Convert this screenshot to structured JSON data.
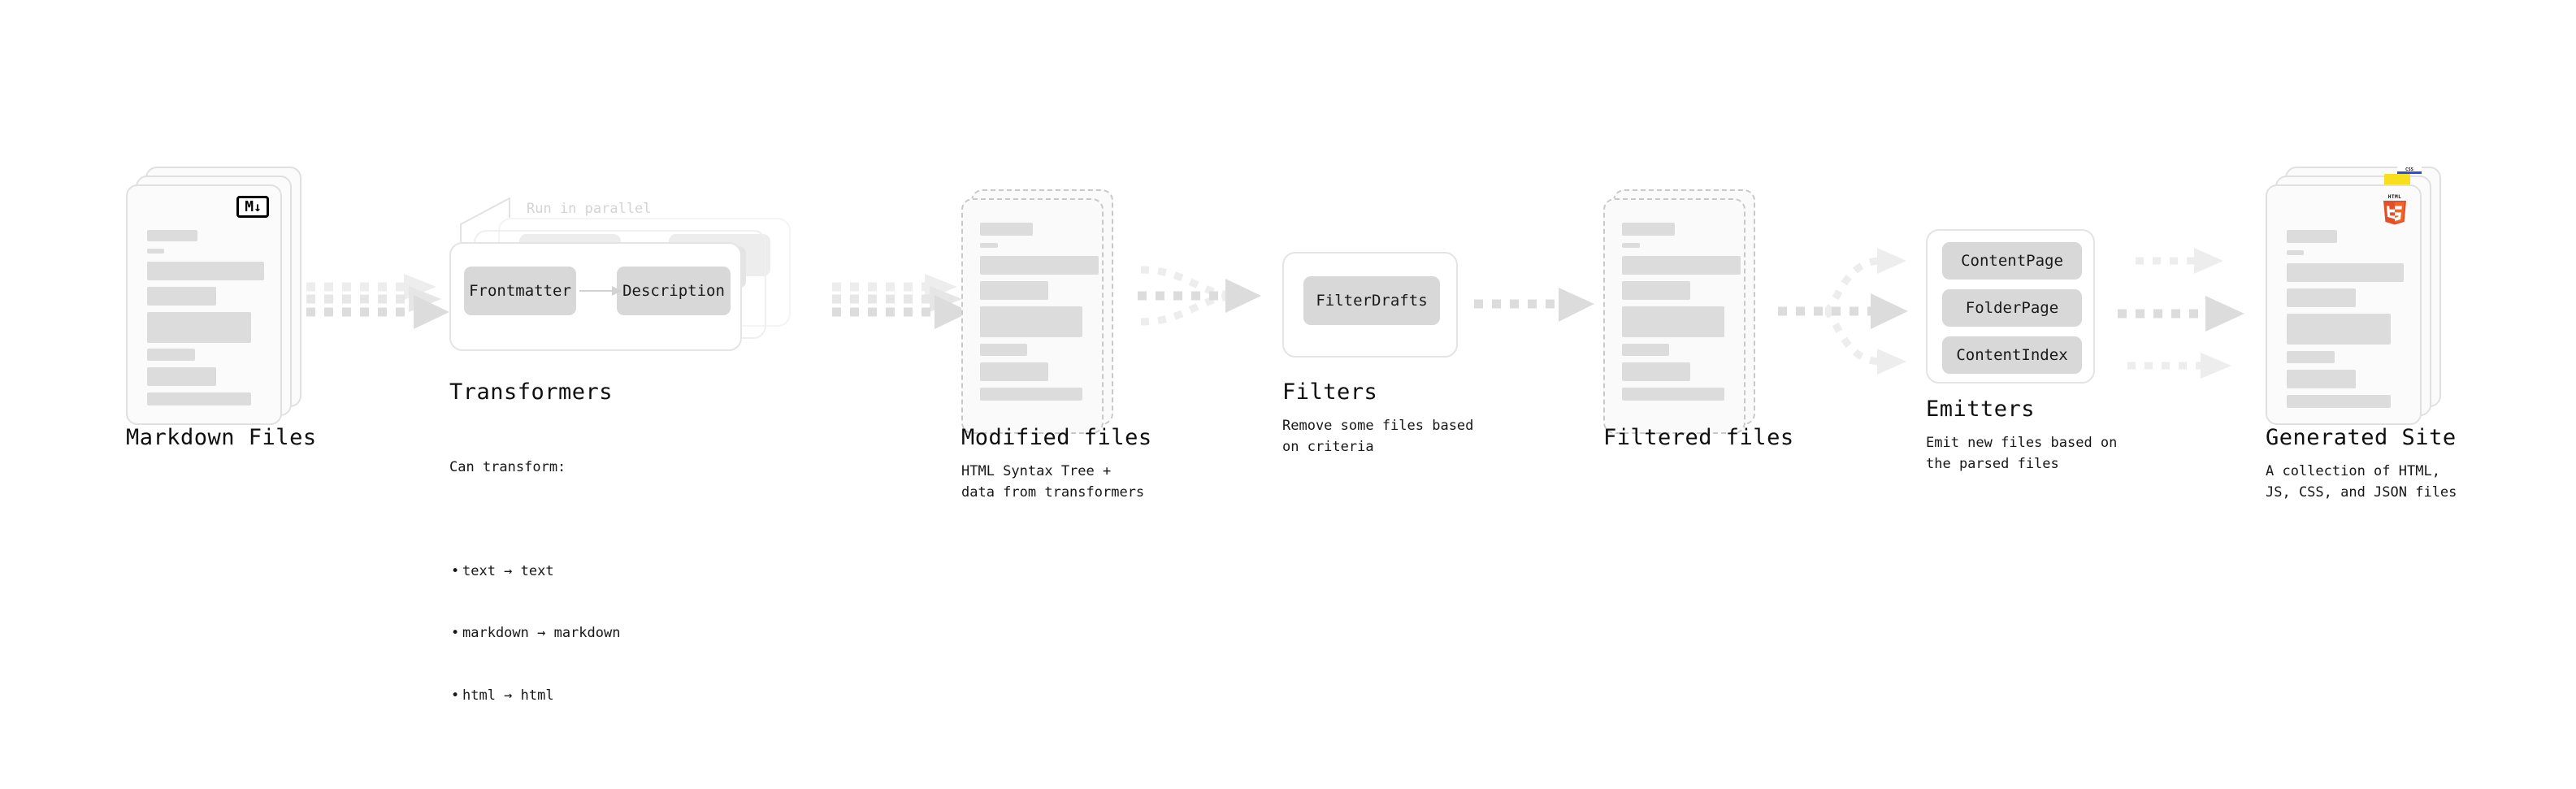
{
  "diagram": {
    "type": "pipeline-flow",
    "background": "#ffffff",
    "accent_gray": "#d8d8d8",
    "arrow_color": "#dcdcdc",
    "text_color": "#141414"
  },
  "stages": [
    {
      "id": "markdown-files",
      "title": "Markdown Files",
      "subtitle": "",
      "icon": "markdown-badge",
      "badge_text_main": "M",
      "badge_text_arrow": "↓",
      "card_count": 3,
      "card_style": "solid"
    },
    {
      "id": "transformers",
      "title": "Transformers",
      "subtitle_heading": "Can transform:",
      "subtitle_items": [
        "text → text",
        "markdown → markdown",
        "html → html"
      ],
      "annotation": "Run in parallel",
      "card_count": 3,
      "pills": [
        "Frontmatter",
        "Description"
      ]
    },
    {
      "id": "modified-files",
      "title": "Modified files",
      "subtitle": "HTML Syntax Tree +\ndata from transformers",
      "card_count": 2,
      "card_style": "dashed"
    },
    {
      "id": "filters",
      "title": "Filters",
      "subtitle": "Remove some files based\non criteria",
      "pills": [
        "FilterDrafts"
      ]
    },
    {
      "id": "filtered-files",
      "title": "Filtered files",
      "subtitle": "",
      "card_count": 2,
      "card_style": "dashed"
    },
    {
      "id": "emitters",
      "title": "Emitters",
      "subtitle": "Emit new files based on\nthe parsed files",
      "pills": [
        "ContentPage",
        "FolderPage",
        "ContentIndex"
      ]
    },
    {
      "id": "generated-site",
      "title": "Generated Site",
      "subtitle": "A collection of HTML,\nJS, CSS, and JSON files",
      "card_count": 3,
      "card_style": "solid",
      "badges": [
        "css-logo",
        "js-logo",
        "html5-logo"
      ]
    }
  ],
  "connectors": [
    {
      "id": "markdown-to-transformers",
      "kind": "parallel-dotted-arrow",
      "lanes": 3
    },
    {
      "id": "transformers-to-modified",
      "kind": "parallel-dotted-arrow",
      "lanes": 3
    },
    {
      "id": "modified-to-filters",
      "kind": "merge-dotted-arrow",
      "lanes": 3
    },
    {
      "id": "filters-to-filtered",
      "kind": "single-dotted-arrow",
      "lanes": 1
    },
    {
      "id": "filtered-to-emitters",
      "kind": "split-dotted-arrow",
      "lanes": 3
    },
    {
      "id": "emitters-to-site",
      "kind": "parallel-dotted-arrow",
      "lanes": 3
    }
  ]
}
